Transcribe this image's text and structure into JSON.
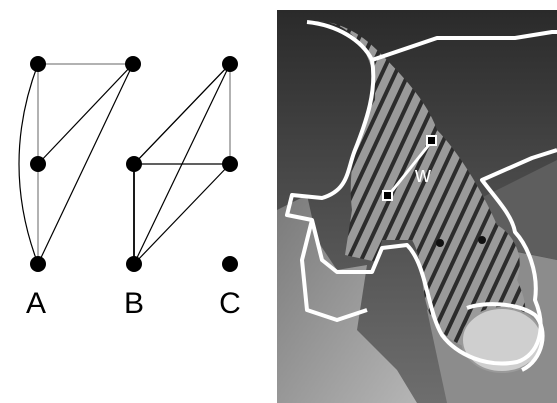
{
  "graph": {
    "labels": {
      "a": "A",
      "b": "B",
      "c": "C"
    },
    "colors": {
      "node": "#000000",
      "thin_edge": "#000000",
      "gray_edge": "#999999"
    }
  },
  "photo": {
    "subject": "tiger-photo",
    "edge_label": "w",
    "colors": {
      "outline": "#ffffff"
    }
  }
}
